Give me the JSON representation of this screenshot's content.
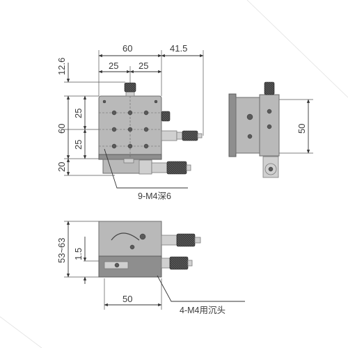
{
  "dimensions": {
    "top_width": "60",
    "top_right_offset": "41.5",
    "top_half_left": "25",
    "top_half_right": "25",
    "left_top_offset": "12.6",
    "left_upper_half": "25",
    "left_height": "60",
    "left_lower_half": "25",
    "left_bottom": "20",
    "side_height": "50",
    "front_height_range": "53~63",
    "front_small": "1.5",
    "front_width": "50"
  },
  "callouts": {
    "top_holes": "9-M4深6",
    "bottom_holes": "4-M4用沉头"
  },
  "colors": {
    "line": "#333333",
    "plate": "#b9b9b9",
    "knob": "#3d3d3d"
  }
}
